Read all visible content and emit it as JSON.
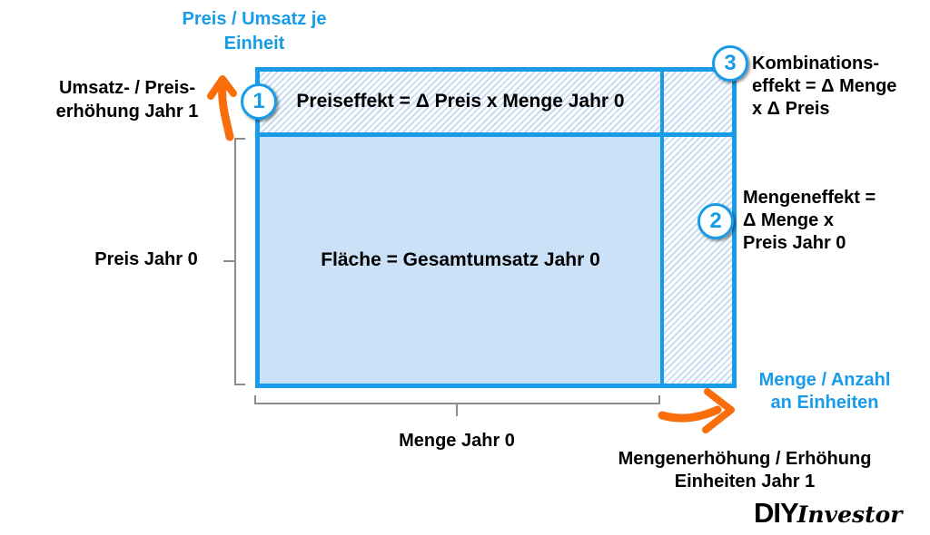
{
  "colors": {
    "blue": "#189CE9",
    "light_blue_fill": "#CBE1F7",
    "hatch_stripe": "#C6DDF3",
    "orange": "#F96D0A",
    "gray": "#8C8C8C"
  },
  "axis_y_title": {
    "lines": [
      "Preis / Umsatz je",
      "Einheit"
    ]
  },
  "left": {
    "increase_label": {
      "lines": [
        "Umsatz- / Preis-",
        "erhöhung Jahr 1"
      ]
    },
    "price_label": "Preis Jahr 0"
  },
  "effects": {
    "price": {
      "number": "1",
      "formula": "Preiseffekt = Δ Preis x Menge Jahr 0"
    },
    "volume": {
      "number": "2",
      "lines": [
        "Mengeneffekt =",
        "Δ Menge x",
        "Preis Jahr 0"
      ]
    },
    "combination": {
      "number": "3",
      "lines": [
        "Kombinations-",
        "effekt = Δ Menge",
        "x Δ Preis"
      ]
    }
  },
  "area": {
    "label": "Fläche = Gesamtumsatz Jahr 0"
  },
  "bottom": {
    "quantity_label": "Menge Jahr 0",
    "axis_x_title": {
      "lines": [
        "Menge / Anzahl",
        "an Einheiten"
      ]
    },
    "increase_label": {
      "lines": [
        "Mengenerhöhung / Erhöhung",
        "Einheiten Jahr 1"
      ]
    }
  },
  "logo": {
    "diy": "DIY",
    "investor": "Investor"
  }
}
